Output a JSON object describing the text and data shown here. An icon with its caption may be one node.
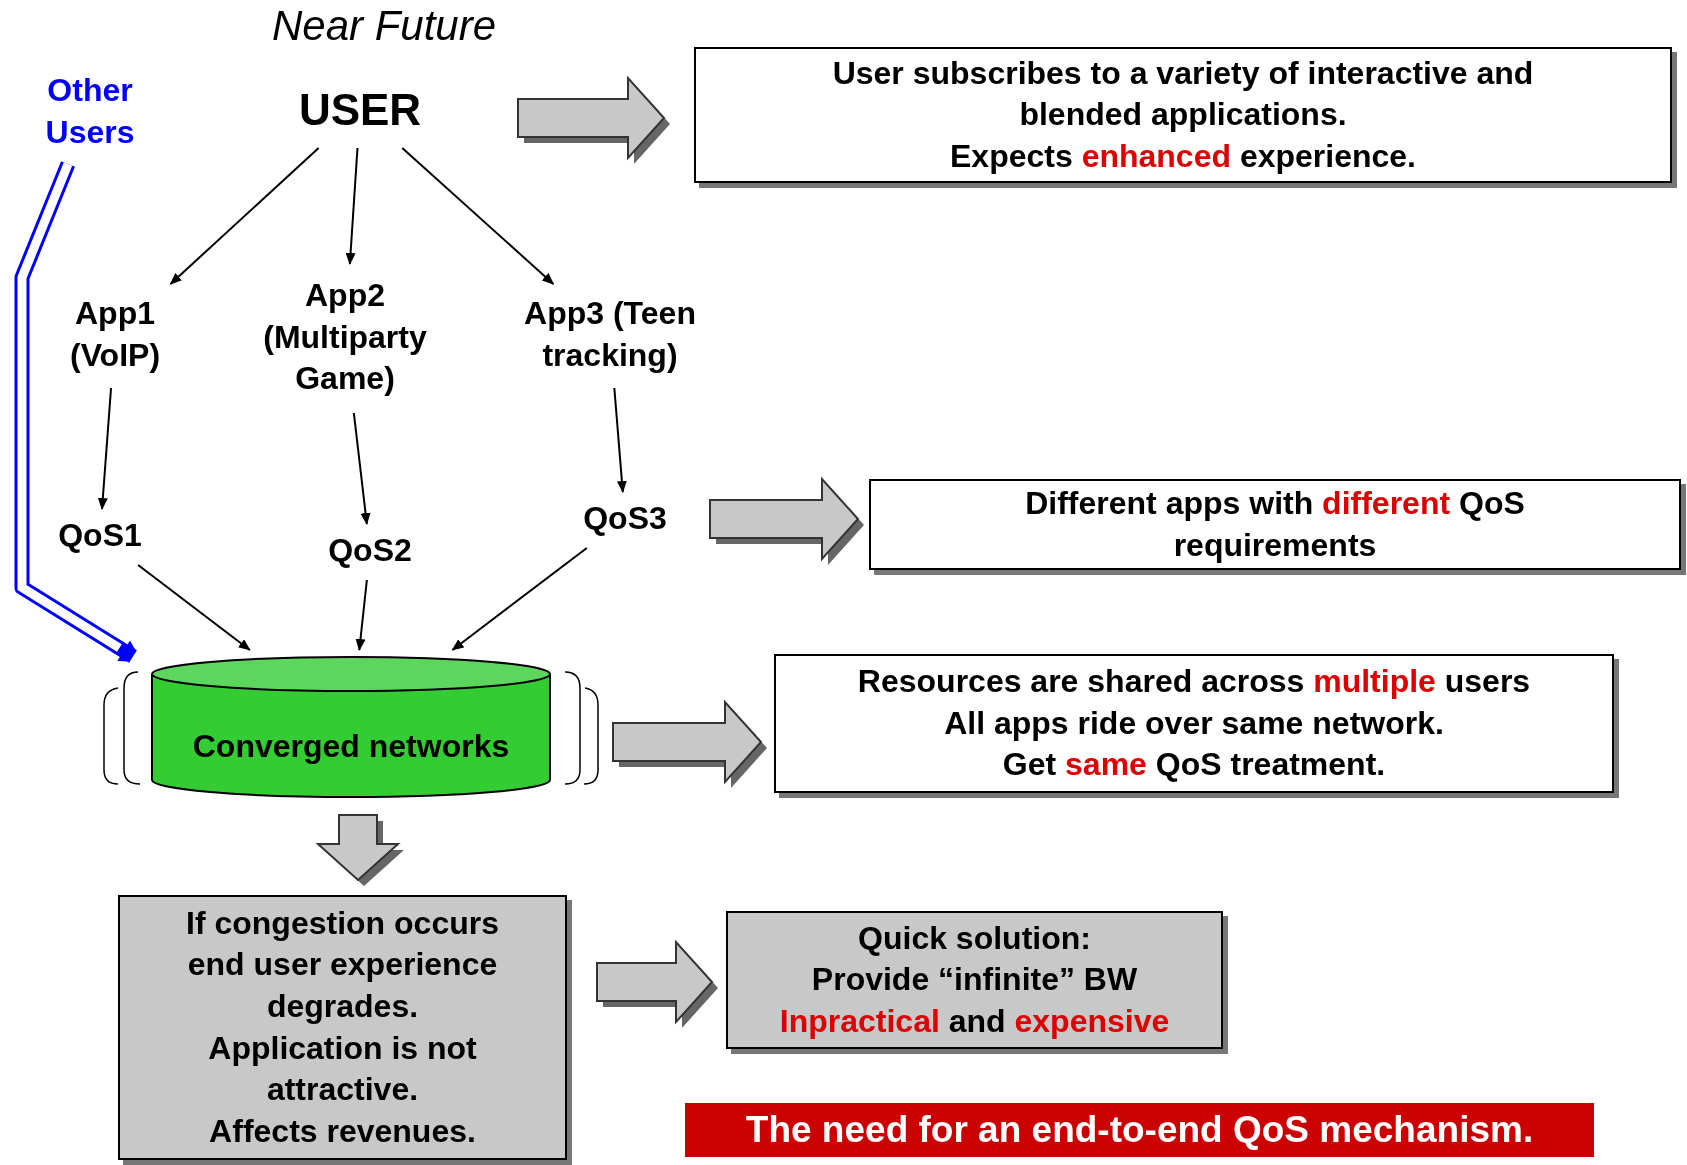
{
  "diagram": {
    "title": "Near Future",
    "nodes": [
      {
        "text": [
          "Other Users"
        ]
      },
      {
        "text": [
          "USER"
        ]
      },
      {
        "text": [
          "App1 (VoIP)"
        ]
      },
      {
        "text": [
          "App2 (Multiparty Game)"
        ]
      },
      {
        "text": [
          "App3 (Teen tracking)"
        ]
      },
      {
        "text": [
          "QoS1"
        ]
      },
      {
        "text": [
          "QoS2"
        ]
      },
      {
        "text": [
          "QoS3"
        ]
      },
      {
        "text": [
          "Converged networks"
        ]
      },
      {
        "text": [
          "User subscribes to a variety of interactive and blended applications.",
          "Expects **enhanced** experience."
        ]
      },
      {
        "text": [
          "Different apps with **different** QoS requirements"
        ]
      },
      {
        "text": [
          "Resources are shared across **multiple** users",
          "All apps ride over same network.",
          "Get **same** QoS treatment."
        ]
      },
      {
        "text": [
          "If congestion occurs end user experience degrades.",
          "Application is not attractive.",
          "Affects revenues."
        ]
      },
      {
        "text": [
          "Quick solution:",
          "Provide “infinite” BW",
          "**Inpractical** and **expensive**"
        ]
      }
    ],
    "edges": [
      {
        "from": 1,
        "to": 2,
        "arrow": "to"
      },
      {
        "from": 1,
        "to": 3,
        "arrow": "to"
      },
      {
        "from": 1,
        "to": 4,
        "arrow": "to"
      },
      {
        "from": 2,
        "to": 5,
        "arrow": "to"
      },
      {
        "from": 3,
        "to": 6,
        "arrow": "to"
      },
      {
        "from": 4,
        "to": 7,
        "arrow": "to"
      },
      {
        "from": 5,
        "to": 8,
        "arrow": "to"
      },
      {
        "from": 6,
        "to": 8,
        "arrow": "to"
      },
      {
        "from": 7,
        "to": 8,
        "arrow": "to"
      },
      {
        "from": 0,
        "to": 8,
        "arrow": "to",
        "style": "thick",
        "color": "#0000ff"
      },
      {
        "from": 1,
        "to": 9,
        "arrow": "to",
        "style": "thick"
      },
      {
        "from": 7,
        "to": 10,
        "arrow": "to",
        "style": "thick"
      },
      {
        "from": 8,
        "to": 11,
        "arrow": "to",
        "style": "thick"
      },
      {
        "from": 8,
        "to": 12,
        "arrow": "to",
        "style": "thick"
      },
      {
        "from": 12,
        "to": 13,
        "arrow": "to",
        "style": "thick"
      }
    ],
    "labels": [
      "The need for an end-to-end QoS mechanism."
    ]
  }
}
